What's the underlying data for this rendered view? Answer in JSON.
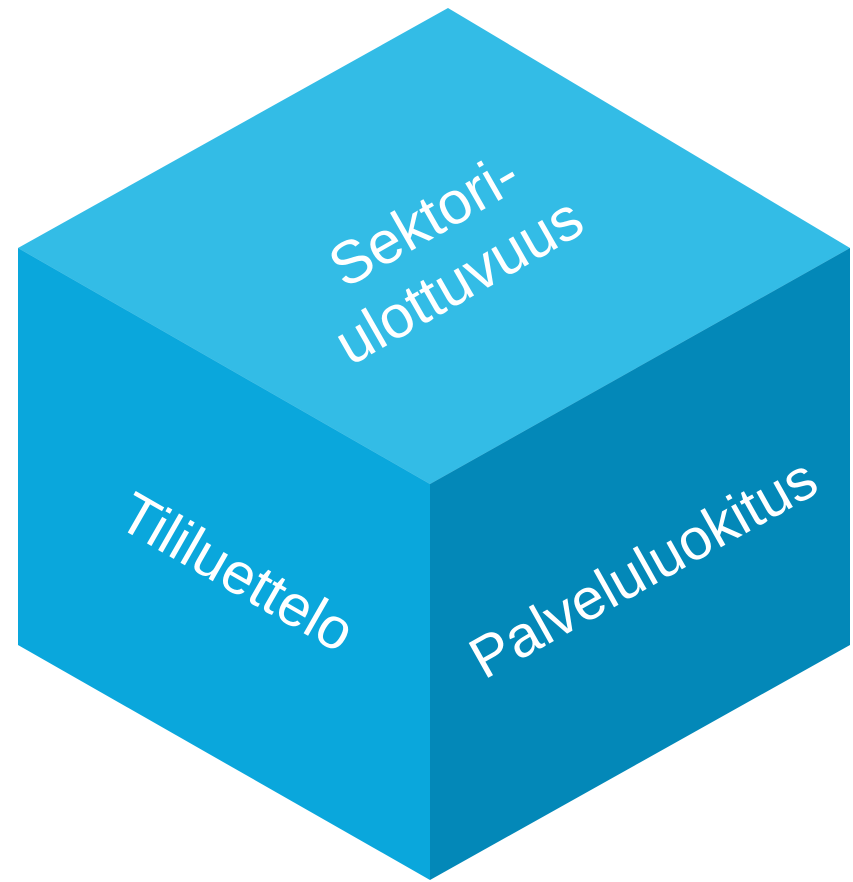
{
  "diagram": {
    "faces": {
      "top": {
        "label_lines": [
          "Sektori-",
          "ulottuvuus"
        ],
        "color": "#33bce6"
      },
      "left": {
        "label": "Tililuettelo",
        "color": "#0aa7dc"
      },
      "right": {
        "label": "Palveluluokitus",
        "color": "#0388b8"
      }
    }
  }
}
